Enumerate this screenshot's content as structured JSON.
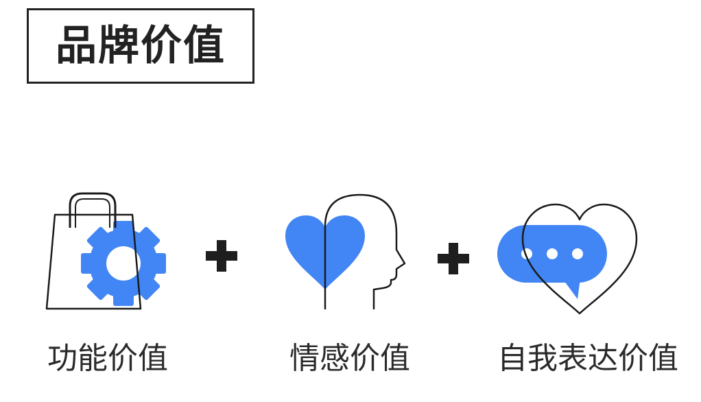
{
  "title": "品牌价值",
  "colors": {
    "accent": "#4285f4",
    "stroke": "#1a1a1a",
    "text": "#222222"
  },
  "items": [
    {
      "label": "功能价值",
      "icon": "shopping-bag-gear-icon"
    },
    {
      "label": "情感价值",
      "icon": "heart-head-icon"
    },
    {
      "label": "自我表达价值",
      "icon": "speech-bubble-heart-icon"
    }
  ],
  "operators": [
    "plus-icon",
    "plus-icon"
  ]
}
